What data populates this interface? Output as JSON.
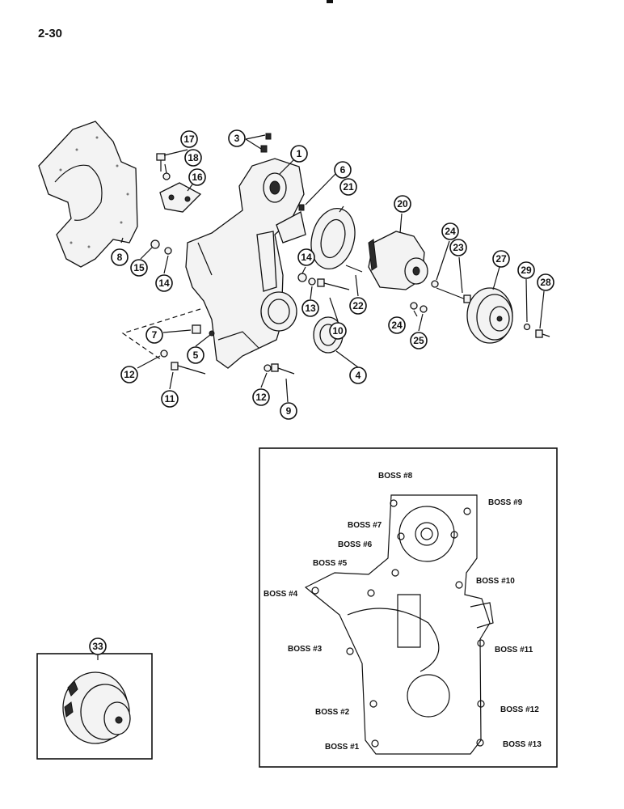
{
  "page": {
    "number": "2-30"
  },
  "callouts": [
    {
      "id": "c1",
      "label": "1"
    },
    {
      "id": "c3",
      "label": "3"
    },
    {
      "id": "c4",
      "label": "4"
    },
    {
      "id": "c5",
      "label": "5"
    },
    {
      "id": "c6",
      "label": "6"
    },
    {
      "id": "c7",
      "label": "7"
    },
    {
      "id": "c8",
      "label": "8"
    },
    {
      "id": "c9",
      "label": "9"
    },
    {
      "id": "c10",
      "label": "10"
    },
    {
      "id": "c11",
      "label": "11"
    },
    {
      "id": "c12a",
      "label": "12"
    },
    {
      "id": "c12b",
      "label": "12"
    },
    {
      "id": "c13",
      "label": "13"
    },
    {
      "id": "c14a",
      "label": "14"
    },
    {
      "id": "c14b",
      "label": "14"
    },
    {
      "id": "c15",
      "label": "15"
    },
    {
      "id": "c16",
      "label": "16"
    },
    {
      "id": "c17",
      "label": "17"
    },
    {
      "id": "c18",
      "label": "18"
    },
    {
      "id": "c20",
      "label": "20"
    },
    {
      "id": "c21",
      "label": "21"
    },
    {
      "id": "c22",
      "label": "22"
    },
    {
      "id": "c23",
      "label": "23"
    },
    {
      "id": "c24a",
      "label": "24"
    },
    {
      "id": "c24b",
      "label": "24"
    },
    {
      "id": "c25",
      "label": "25"
    },
    {
      "id": "c27",
      "label": "27"
    },
    {
      "id": "c28",
      "label": "28"
    },
    {
      "id": "c29",
      "label": "29"
    },
    {
      "id": "c33",
      "label": "33"
    }
  ],
  "boss_labels": [
    "BOSS #8",
    "BOSS #9",
    "BOSS #7",
    "BOSS #6",
    "BOSS #5",
    "BOSS #10",
    "BOSS #4",
    "BOSS #3",
    "BOSS #11",
    "BOSS #2",
    "BOSS #12",
    "BOSS #1",
    "BOSS #13"
  ]
}
